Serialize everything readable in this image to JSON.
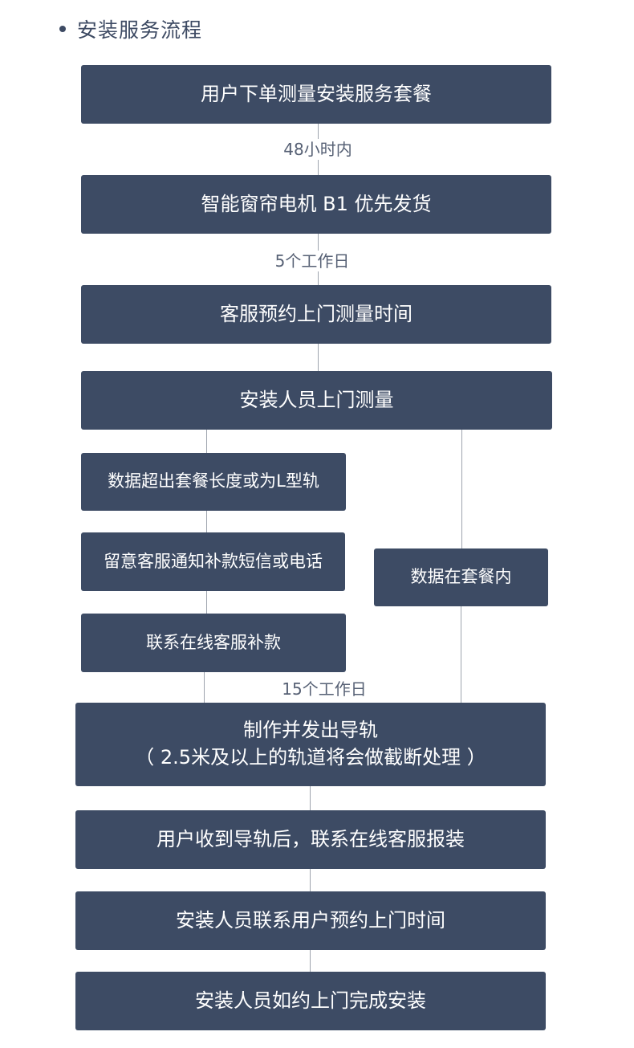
{
  "heading": "安装服务流程",
  "steps": {
    "order": "用户下单测量安装服务套餐",
    "ship_motor": "智能窗帘电机 B1 优先发货",
    "schedule_measure": "客服预约上门测量时间",
    "measure": "安装人员上门测量",
    "exceed": "数据超出套餐长度或为L型轨",
    "notice": "留意客服通知补款短信或电话",
    "pay_extra": "联系在线客服补款",
    "within": "数据在套餐内",
    "make_rail_line1": "制作并发出导轨",
    "make_rail_line2": "（ 2.5米及以上的轨道将会做截断处理 ）",
    "receive_rail": "用户收到导轨后，联系在线客服报装",
    "contact_user": "安装人员联系用户预约上门时间",
    "install": "安装人员如约上门完成安装"
  },
  "durations": {
    "d1": "48小时内",
    "d2": "5个工作日",
    "d3": "15个工作日"
  }
}
